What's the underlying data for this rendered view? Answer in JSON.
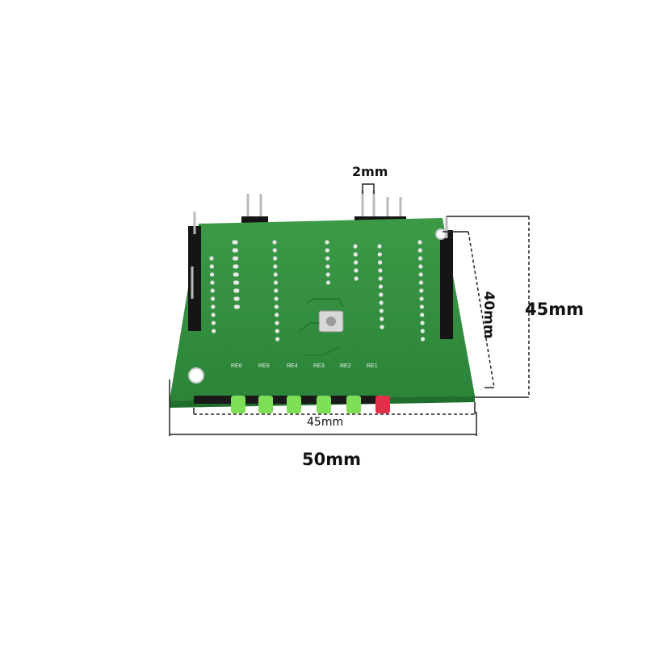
{
  "dimensions": {
    "pin_pitch": "2mm",
    "total_height": "45mm",
    "board_height": "40mm",
    "board_width": "45mm",
    "total_width": "50mm"
  },
  "silkscreen": [
    "RE6",
    "RE5",
    "RE4",
    "RE3",
    "RE2",
    "RE1"
  ],
  "colors": {
    "pcb": "#2f8f3e",
    "pcb_dark": "#1f6e2c",
    "pin": "#b9b9b9",
    "header": "#151515",
    "led_green": "#7ede55",
    "led_red": "#e0304a",
    "dim_line": "#222222"
  }
}
